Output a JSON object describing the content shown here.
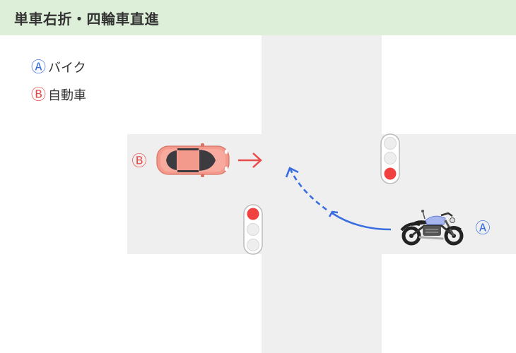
{
  "header": {
    "title": "単車右折・四輪車直進"
  },
  "legend": {
    "items": [
      {
        "mark": "Ⓐ",
        "label": "バイク",
        "color": "#3a6ee0"
      },
      {
        "mark": "Ⓑ",
        "label": "自動車",
        "color": "#e94b4b"
      }
    ]
  },
  "scene": {
    "car_label": "Ⓑ",
    "bike_label": "Ⓐ",
    "colors": {
      "road": "#efefef",
      "car_body": "#f49a8c",
      "car_arrow": "#e94b4b",
      "bike_arrow": "#3a6ee0",
      "signal_red": "#f04040",
      "signal_off": "#eeeeee"
    }
  }
}
